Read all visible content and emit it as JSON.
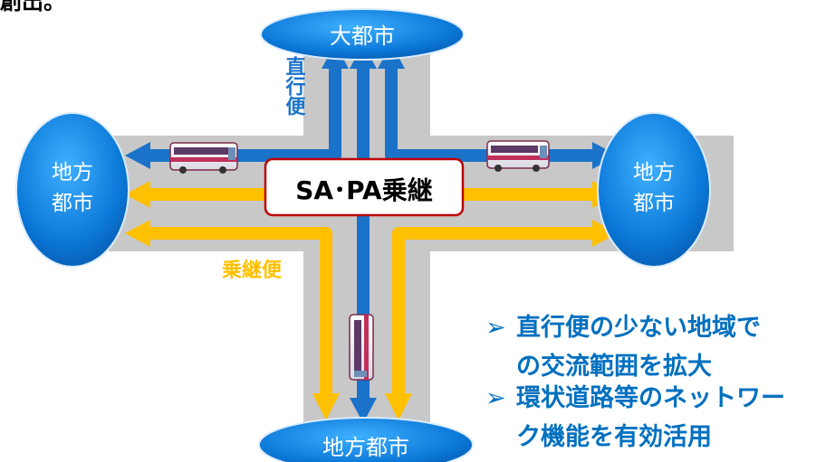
{
  "header": {
    "fragment_text": "創出。"
  },
  "nodes": {
    "top_city": "大都市",
    "left_city_line1": "地方",
    "left_city_line2": "都市",
    "right_city_line1": "地方",
    "right_city_line2": "都市",
    "bottom_city": "地方都市"
  },
  "hub": {
    "label": "SA･PA乗継"
  },
  "labels": {
    "direct_service": "直行便",
    "transfer_service": "乗継便"
  },
  "bullets": {
    "marker": "➢",
    "items": [
      {
        "line1": "直行便の少ない地域で",
        "line2": "の交流範囲を拡大"
      },
      {
        "line1": "環状道路等のネットワー",
        "line2": "ク機能を有効活用"
      }
    ]
  },
  "colors": {
    "direct": "#1a73c9",
    "transfer": "#ffc000",
    "road": "#c8c8c8",
    "city_fill": "#0b6fce",
    "hub_border": "#c00000",
    "bullet_text": "#0070c0"
  }
}
